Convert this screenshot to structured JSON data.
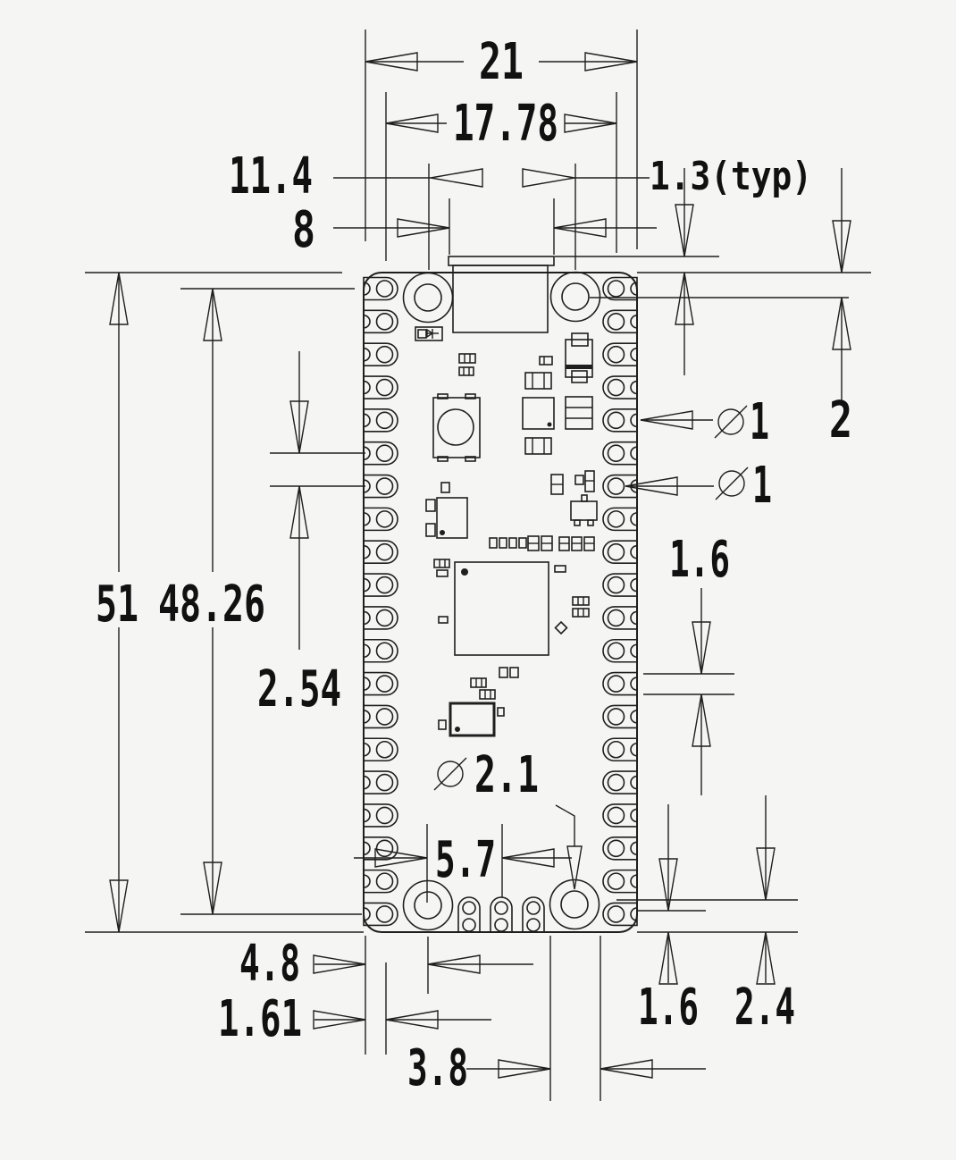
{
  "drawing": {
    "dimensions": {
      "board_width": "21",
      "pad_column_span": "17.78",
      "mount_hole_span": "11.4",
      "usb_width": "8",
      "usb_overhang": "1.3(typ)",
      "hole_offset_top": "2",
      "castellation_diameter": "1",
      "through_hole_diameter": "1",
      "pad_length": "1.6",
      "board_length": "51",
      "pad_row_span": "48.26",
      "pad_pitch": "2.54",
      "mount_hole_diameter": "2.1",
      "debug_pad_offset": "5.7",
      "mount_hole_offset_left": "4.8",
      "pad_column_offset": "1.61",
      "mount_pad_diameter": "3.8",
      "last_pad_offset": "1.6",
      "hole_offset_bottom": "2.4"
    }
  }
}
